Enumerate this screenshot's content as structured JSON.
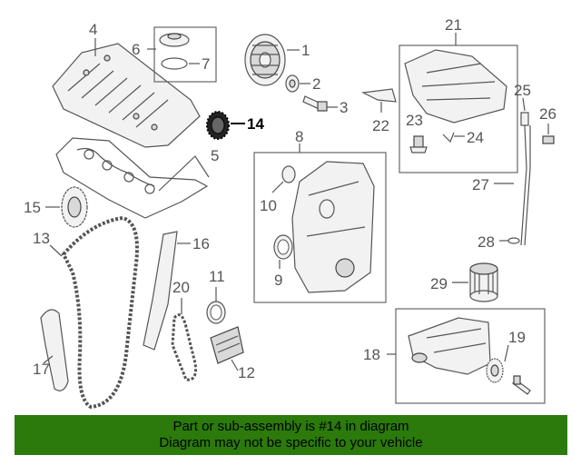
{
  "diagram": {
    "callouts": {
      "c1": "1",
      "c2": "2",
      "c3": "3",
      "c4": "4",
      "c5": "5",
      "c6": "6",
      "c7": "7",
      "c8": "8",
      "c9": "9",
      "c10": "10",
      "c11": "11",
      "c12": "12",
      "c13": "13",
      "c14": "14",
      "c15": "15",
      "c16": "16",
      "c17": "17",
      "c18": "18",
      "c19": "19",
      "c20": "20",
      "c21": "21",
      "c22": "22",
      "c23": "23",
      "c24": "24",
      "c25": "25",
      "c26": "26",
      "c27": "27",
      "c28": "28",
      "c29": "29"
    },
    "highlight_color": "#000000",
    "callout_color": "#555555"
  },
  "banner": {
    "line1": "Part or sub-assembly is #14 in diagram",
    "line2": "Diagram may not be specific to your vehicle",
    "background": "#2b7a0b"
  }
}
